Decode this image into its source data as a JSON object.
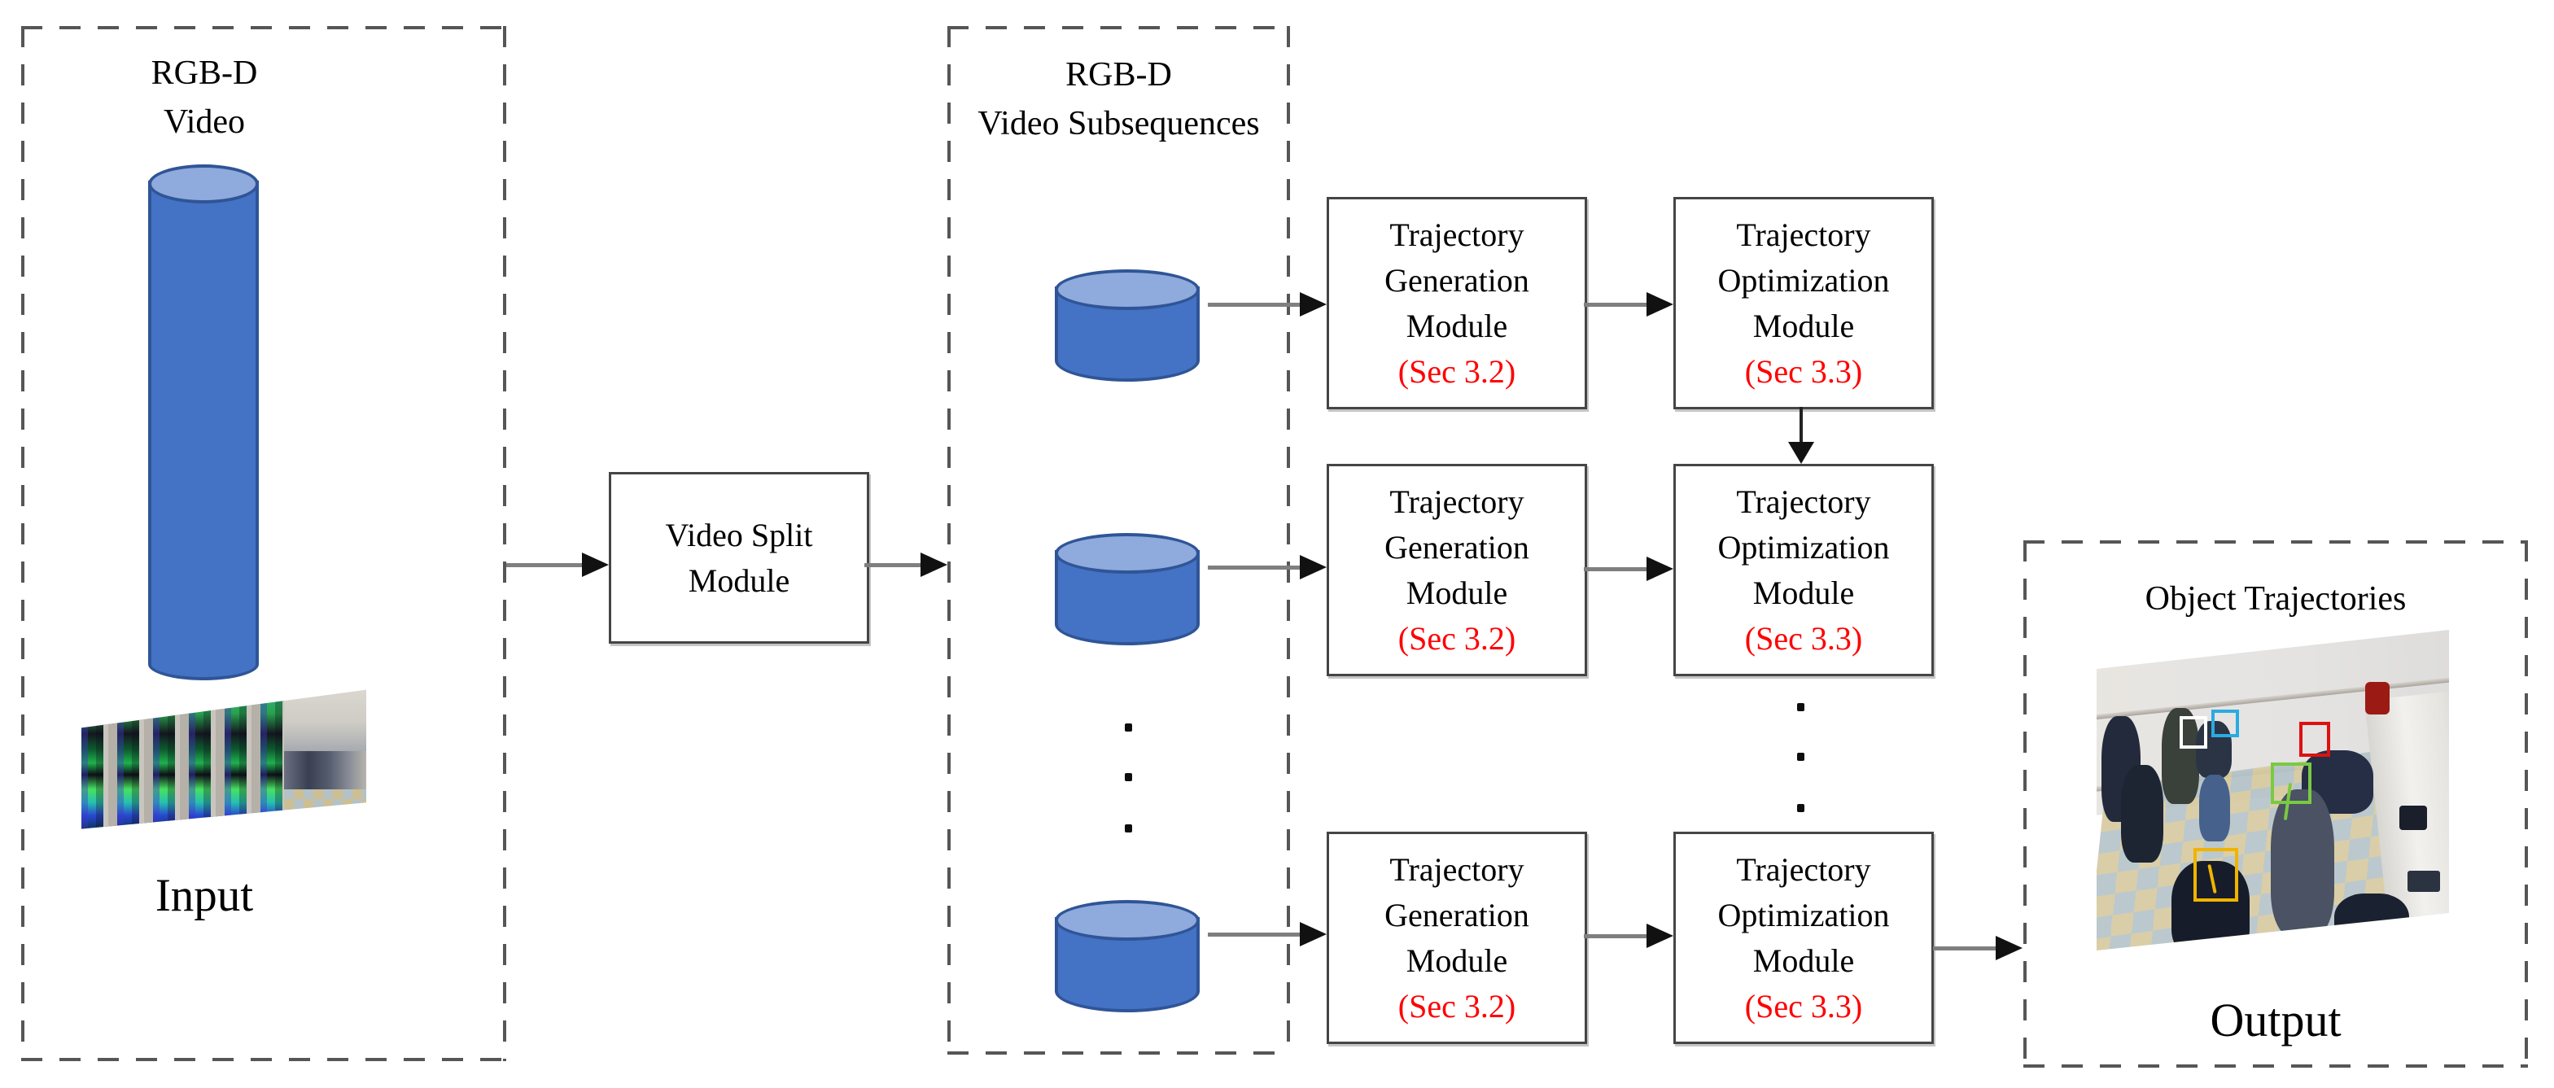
{
  "figure": {
    "input_panel": {
      "title": [
        "RGB-D",
        "Video"
      ],
      "caption": "Input"
    },
    "video_split_module": {
      "label": [
        "Video Split",
        "Module"
      ]
    },
    "subsequences_panel": {
      "title": [
        "RGB-D",
        "Video Subsequences"
      ]
    },
    "trajectory_generation_module": {
      "label": [
        "Trajectory",
        "Generation",
        "Module"
      ],
      "section": "(Sec 3.2)"
    },
    "trajectory_optimization_module": {
      "label": [
        "Trajectory",
        "Optimization",
        "Module"
      ],
      "section": "(Sec 3.3)"
    },
    "output_panel": {
      "title": "Object Trajectories",
      "caption": "Output"
    },
    "icons": {
      "vertical_ellipsis": "⋮"
    },
    "colors": {
      "section_text": "#FF0000",
      "module_text": "#000000",
      "module_border": "#454545",
      "panel_dash": "#565656",
      "arrow_shaft": "#7F7F7F",
      "arrow_head": "#111111",
      "cylinder_body": "#4472C4",
      "cylinder_top": "#8FAADC",
      "cylinder_border": "#2F5597",
      "tracking_boxes": [
        "#FFFFFF",
        "#29ABE2",
        "#DD1111",
        "#7AC943",
        "#F0B400"
      ]
    }
  }
}
